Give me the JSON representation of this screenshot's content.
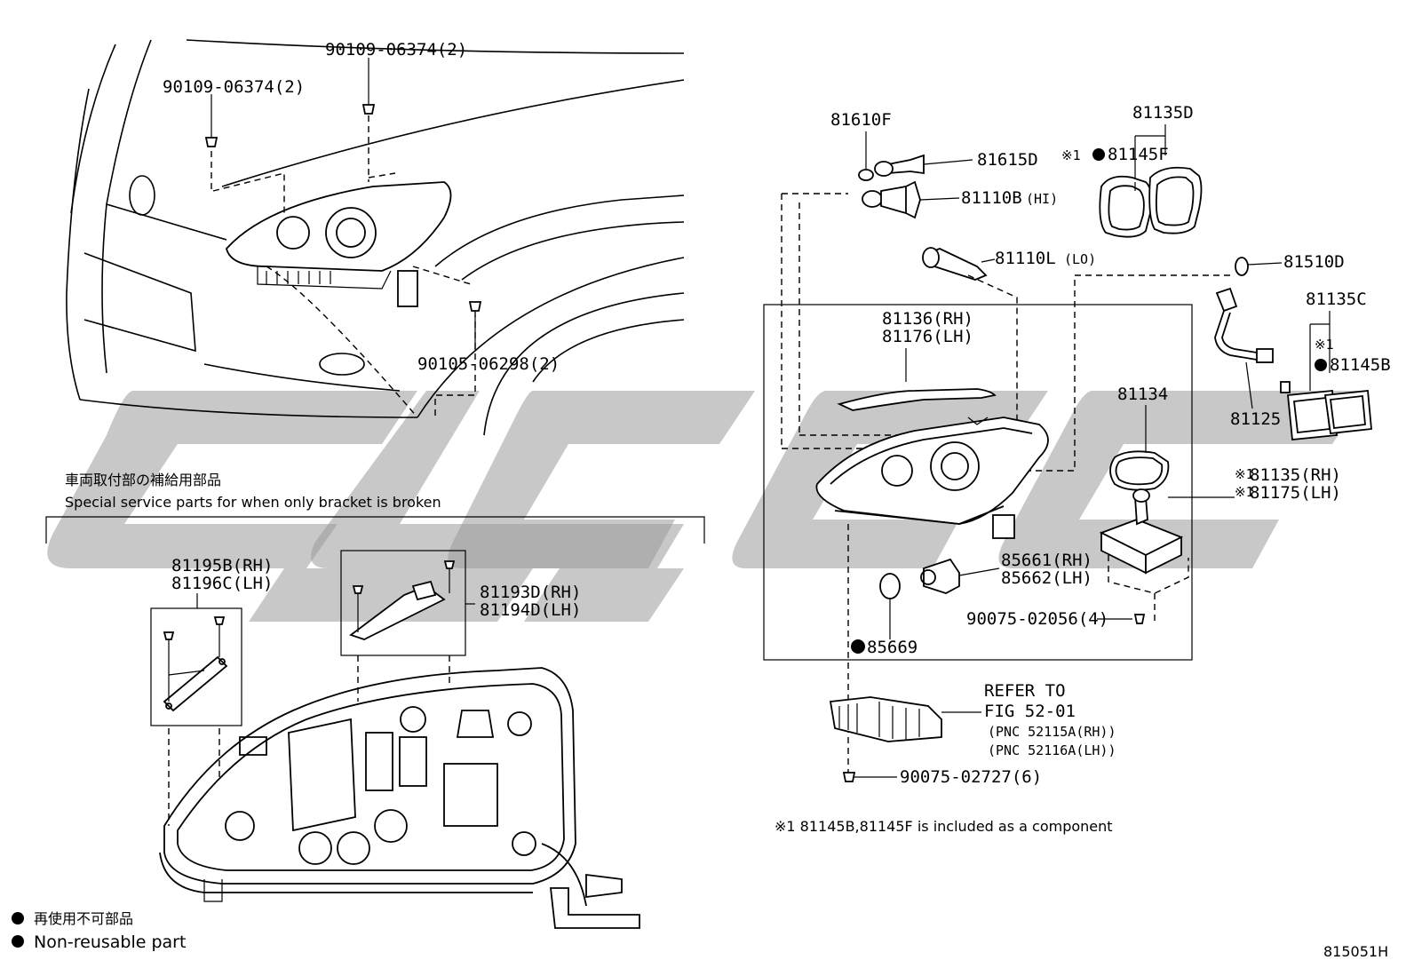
{
  "diagram_id": "815051H",
  "legend": {
    "jp": "再使用不可部品",
    "en": "Non-reusable part"
  },
  "bracket_section": {
    "title_jp": "車両取付部の補給用部品",
    "title_en": "Special service parts for when only bracket is broken"
  },
  "footnote": "※1 81145B,81145F is included as a component",
  "refer": {
    "line1": "REFER TO",
    "line2": "FIG 52-01",
    "line3": "(PNC 52115A(RH))",
    "line4": "(PNC 52116A(LH))"
  },
  "parts": {
    "bolt_a": "90109-06374(2)",
    "bolt_b": "90109-06374(2)",
    "bolt_c": "90105-06298(2)",
    "p81610F": "81610F",
    "p81615D": "81615D",
    "p81110B": "81110B",
    "p81110B_suffix": "(HI)",
    "p81110L": "81110L",
    "p81110L_suffix": "(LO)",
    "p81135D": "81135D",
    "p81145F_mark": "※1",
    "p81145F": "81145F",
    "p81510D": "81510D",
    "p81135C": "81135C",
    "p81145B_mark": "※1",
    "p81145B": "81145B",
    "p81125": "81125",
    "p81136": "81136(RH)",
    "p81176": "81176(LH)",
    "p81134": "81134",
    "p81135RH_mark": "※1",
    "p81135RH": "81135(RH)",
    "p81175LH_mark": "※1",
    "p81175LH": "81175(LH)",
    "p85661": "85661(RH)",
    "p85662": "85662(LH)",
    "p90075_02056": "90075-02056(4)",
    "p85669": "85669",
    "p90075_02727": "90075-02727(6)",
    "p81195B": "81195B(RH)",
    "p81196C": "81196C(LH)",
    "p81193D": "81193D(RH)",
    "p81194D": "81194D(LH)"
  }
}
